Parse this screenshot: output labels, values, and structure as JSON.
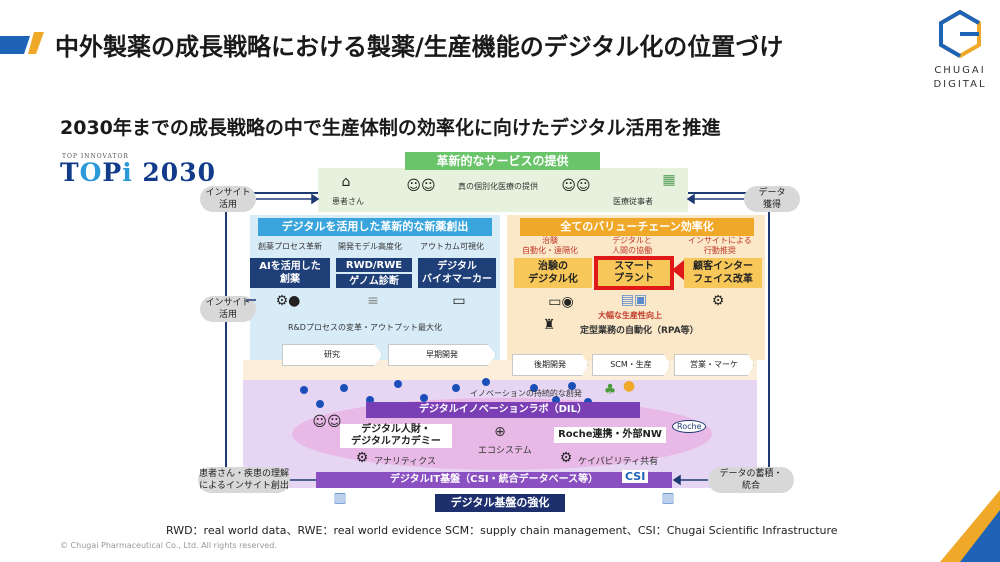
{
  "slide": {
    "title": "中外製薬の成長戦略における製薬/生産機能のデジタル化の位置づけ",
    "subtitle": "2030年までの成長戦略の中で生産体制の効率化に向けたデジタル活用を推進",
    "logo_text": "CHUGAI\nDIGITAL",
    "brand_small": "TOP INNOVATOR",
    "brand_main_prefix": "T",
    "brand_main_o": "O",
    "brand_main_mid": "P",
    "brand_main_i": "i",
    "brand_main_suffix": " 2030",
    "colors": {
      "accent_blue": "#1e63b5",
      "accent_orange": "#f0a828",
      "green": "#6ac46a",
      "red": "#e01818",
      "purple": "#7b3fb5"
    }
  },
  "diagram": {
    "top_banner": "革新的なサービスの提供",
    "patient_label": "患者さん",
    "medical_label": "医療従事者",
    "personalized_label": "真の個別化医療の提供",
    "left_top_pill": "インサイト\n活用",
    "right_top_pill": "データ\n獲得",
    "left_mid_pill": "インサイト\n活用",
    "left_bottom_pill": "患者さん・疾患の理解\nによるインサイト創出",
    "right_bottom_pill": "データの蓄積・\n統合",
    "blue_section": {
      "header": "デジタルを活用した革新的な新薬創出",
      "sub1": "創薬プロセス革新",
      "sub2": "開発モデル高度化",
      "sub3": "アウトカム可視化",
      "box1": "AIを活用した\n創薬",
      "box2a": "RWD/RWE",
      "box2b": "ゲノム診断",
      "box3": "デジタル\nバイオマーカー",
      "footer": "R&Dプロセスの変革・アウトプット最大化",
      "chev1": "研究",
      "chev2": "早期開発"
    },
    "orange_section": {
      "header": "全てのバリューチェーン効率化",
      "sub1": "治験\n自動化・遠隔化",
      "sub2": "デジタルと\n人間の協働",
      "sub3": "インサイトによる\n行動推奨",
      "box1": "治験の\nデジタル化",
      "box2": "スマート\nプラント",
      "box3": "顧客インター\nフェイス改革",
      "productivity": "大幅な生産性向上",
      "rpa": "定型業務の自動化（RPA等）",
      "chev1": "後期開発",
      "chev2": "SCM・生産",
      "chev3": "営業・マーケ"
    },
    "innovation_label": "イノベーションの持続的な創発",
    "dil_bar": "デジタルイノベーションラボ（DIL）",
    "talent_box": "デジタル人財・\nデジタルアカデミー",
    "roche_box": "Roche連携・外部NW",
    "roche_badge": "Roche",
    "ecosystem": "エコシステム",
    "analytics": "アナリティクス",
    "capability": "ケイパビリティ共有",
    "it_bar": "デジタルIT基盤（CSI・統合データベース等）",
    "csi_logo": "CSI",
    "bottom_banner": "デジタル基盤の強化"
  },
  "footnote": "RWD：real world data、RWE：real world evidence SCM：supply chain management、CSI：Chugai Scientific Infrastructure",
  "copyright": "© Chugai Pharmaceutical Co., Ltd. All rights reserved."
}
